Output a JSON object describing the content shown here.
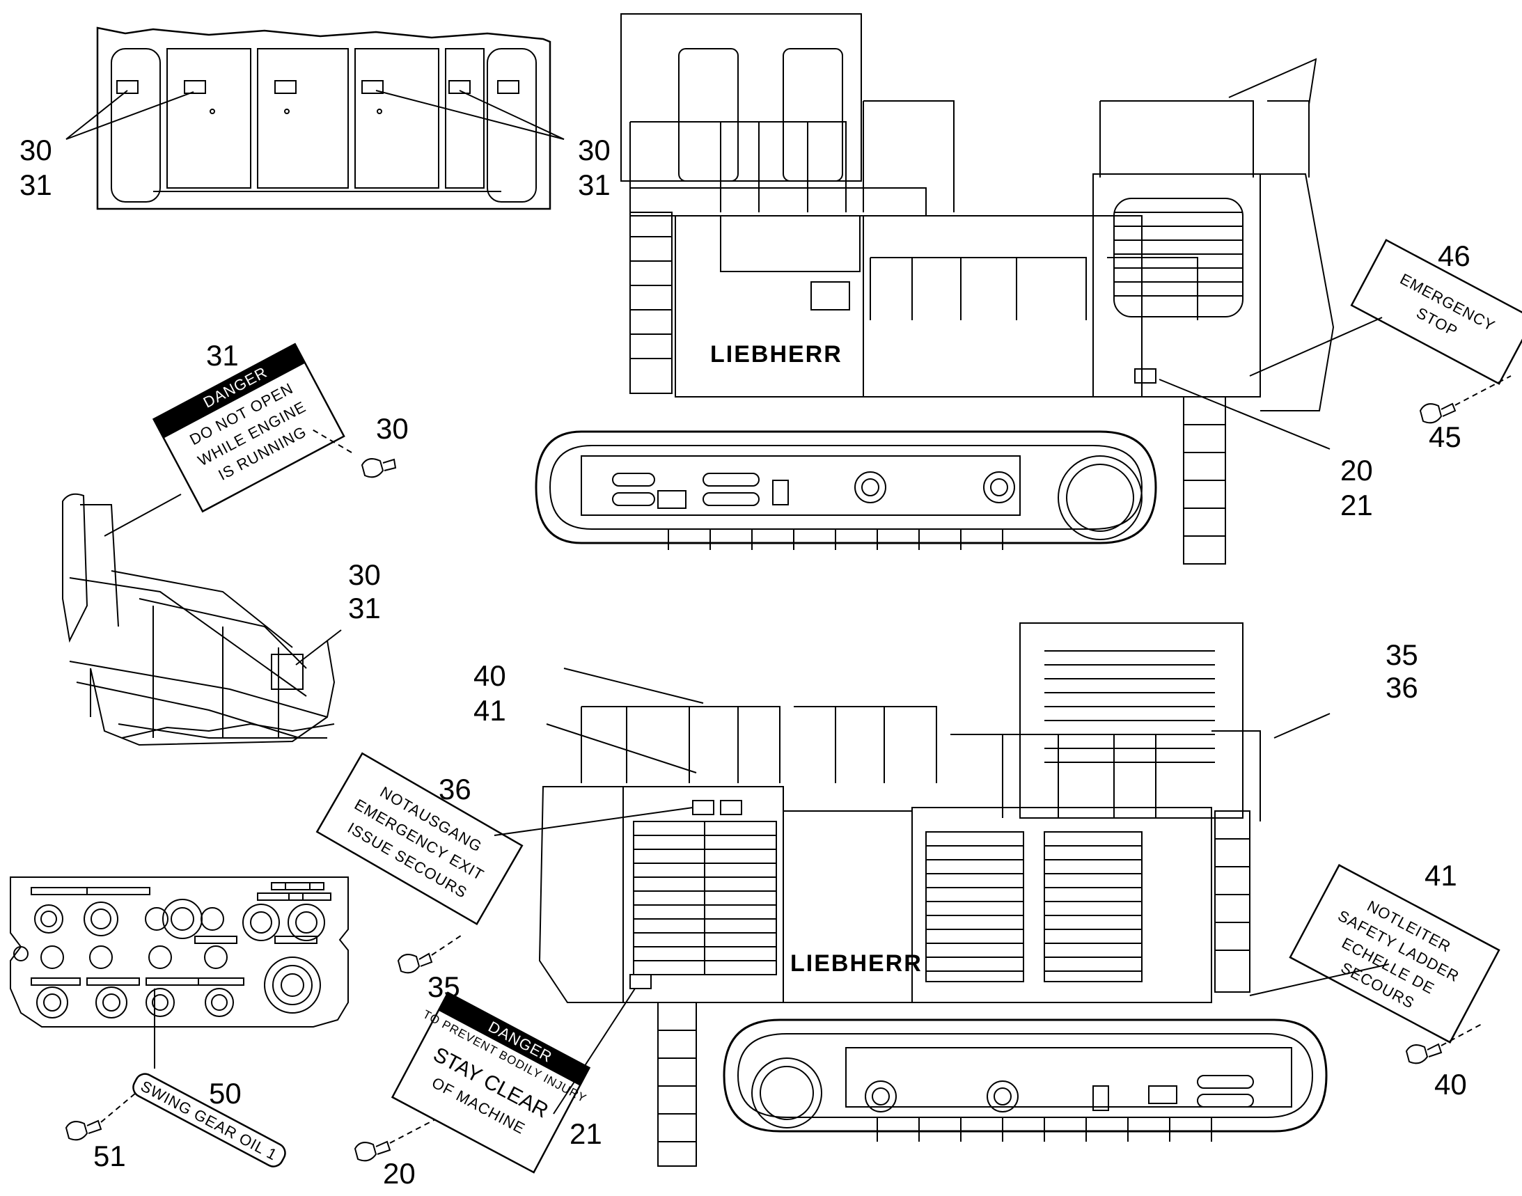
{
  "callouts": {
    "c30a": "30",
    "c31a": "31",
    "c30b": "30",
    "c31b": "31",
    "c31c": "31",
    "c30c": "30",
    "c30d": "30",
    "c31d": "31",
    "c46": "46",
    "c45": "45",
    "c20a": "20",
    "c21a": "21",
    "c40a": "40",
    "c41a": "41",
    "c36": "36",
    "c35a": "35",
    "c35b": "35",
    "c36b": "36",
    "c41b": "41",
    "c40b": "40",
    "c50": "50",
    "c51": "51",
    "c20b": "20",
    "c21b": "21"
  },
  "brand": "LIEBHERR",
  "signs": {
    "danger_engine": {
      "header": "DANGER",
      "l1": "DO NOT OPEN",
      "l2": "WHILE ENGINE",
      "l3": "IS RUNNING"
    },
    "emergency_stop": {
      "l1": "EMERGENCY",
      "l2": "STOP"
    },
    "emergency_exit": {
      "l1": "NOTAUSGANG",
      "l2": "EMERGENCY EXIT",
      "l3": "ISSUE SECOURS"
    },
    "safety_ladder": {
      "l1": "NOTLEITER",
      "l2": "SAFETY LADDER",
      "l3": "ECHELLE DE",
      "l4": "SECOURS"
    },
    "stay_clear": {
      "header": "DANGER",
      "l1": "TO PREVENT BODILY INJURY",
      "l2": "STAY CLEAR",
      "l3": "OF MACHINE"
    },
    "swing_gear": {
      "l1": "SWING GEAR OIL 1"
    }
  }
}
